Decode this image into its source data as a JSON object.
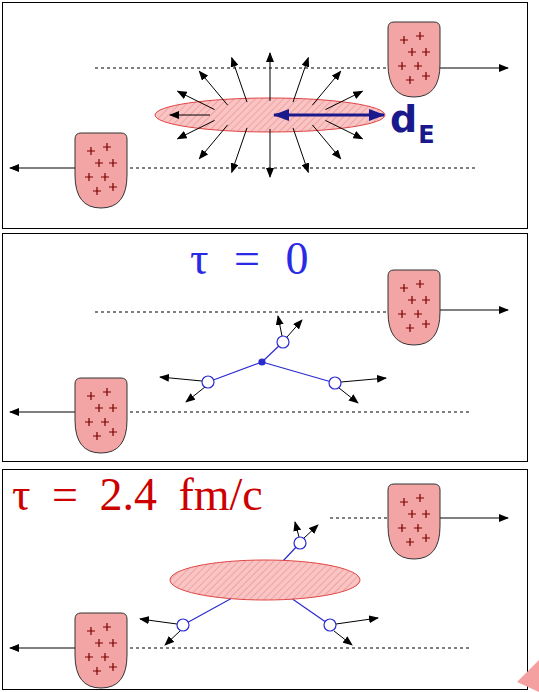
{
  "diagram": {
    "labels": [
      "d",
      "E",
      "τ = 0",
      "τ = 2.4 fm/c"
    ]
  }
}
